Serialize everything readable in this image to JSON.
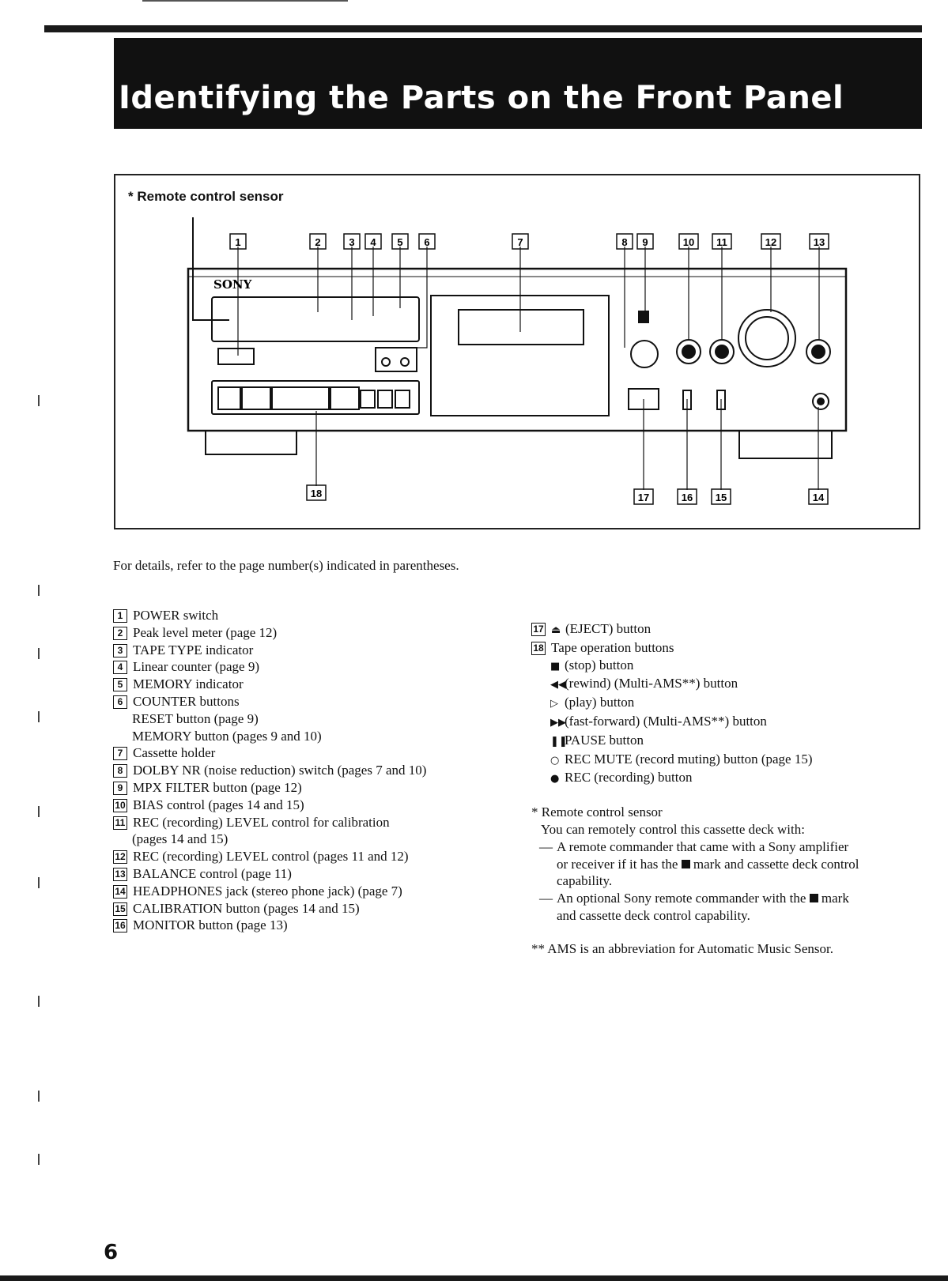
{
  "title": "Identifying the Parts on the Front Panel",
  "figure": {
    "sensor_label": "* Remote control sensor",
    "brand": "SONY",
    "callouts_top": [
      "1",
      "2",
      "3",
      "4",
      "5",
      "6",
      "7",
      "8",
      "9",
      "10",
      "11",
      "12",
      "13"
    ],
    "callouts_bottom": [
      "18",
      "17",
      "16",
      "15",
      "14"
    ]
  },
  "intro": "For details, refer to the page number(s) indicated in parentheses.",
  "left_items": [
    {
      "num": "1",
      "text": "POWER switch"
    },
    {
      "num": "2",
      "text": "Peak level meter (page 12)"
    },
    {
      "num": "3",
      "text": "TAPE TYPE indicator"
    },
    {
      "num": "4",
      "text": "Linear counter (page 9)"
    },
    {
      "num": "5",
      "text": "MEMORY indicator"
    },
    {
      "num": "6",
      "text": "COUNTER buttons",
      "subs": [
        "RESET button (page 9)",
        "MEMORY button (pages 9 and 10)"
      ]
    },
    {
      "num": "7",
      "text": "Cassette holder"
    },
    {
      "num": "8",
      "text": "DOLBY NR (noise reduction) switch (pages 7 and 10)"
    },
    {
      "num": "9",
      "text": "MPX FILTER button (page 12)"
    },
    {
      "num": "10",
      "text": "BIAS control (pages 14 and 15)"
    },
    {
      "num": "11",
      "text": "REC (recording) LEVEL control for calibration",
      "subs": [
        "(pages 14 and 15)"
      ]
    },
    {
      "num": "12",
      "text": "REC (recording) LEVEL control (pages 11 and 12)"
    },
    {
      "num": "13",
      "text": "BALANCE control (page 11)"
    },
    {
      "num": "14",
      "text": "HEADPHONES jack (stereo phone jack) (page 7)"
    },
    {
      "num": "15",
      "text": "CALIBRATION button (pages 14 and 15)"
    },
    {
      "num": "16",
      "text": "MONITOR button (page 13)"
    }
  ],
  "right_items": [
    {
      "num": "17",
      "symbol": "⏏",
      "text": "(EJECT) button"
    },
    {
      "num": "18",
      "text": "Tape operation buttons"
    }
  ],
  "tape_buttons": [
    {
      "symbol": "■",
      "text": "(stop) button"
    },
    {
      "symbol": "◀◀",
      "text": "(rewind) (Multi-AMS**) button"
    },
    {
      "symbol": "▷",
      "text": "(play) button"
    },
    {
      "symbol": "▶▶",
      "text": "(fast-forward) (Multi-AMS**) button"
    },
    {
      "symbol": "❚❚",
      "text": "PAUSE button"
    },
    {
      "symbol": "○",
      "text": "REC MUTE (record muting) button (page 15)"
    },
    {
      "symbol": "●",
      "text": "REC (recording) button"
    }
  ],
  "sensor_note": {
    "heading": "* Remote control sensor",
    "line1": "You can remotely control this cassette deck with:",
    "bullet1_a": "A remote commander that came with a Sony amplifier",
    "bullet1_b": "or receiver if it has the",
    "bullet1_c": "mark and cassette deck control",
    "bullet1_d": "capability.",
    "bullet2_a": "An optional Sony remote commander with the",
    "bullet2_b": "mark",
    "bullet2_c": "and cassette deck control capability."
  },
  "ams_note": "** AMS is an abbreviation for Automatic Music Sensor.",
  "page_number": "6"
}
